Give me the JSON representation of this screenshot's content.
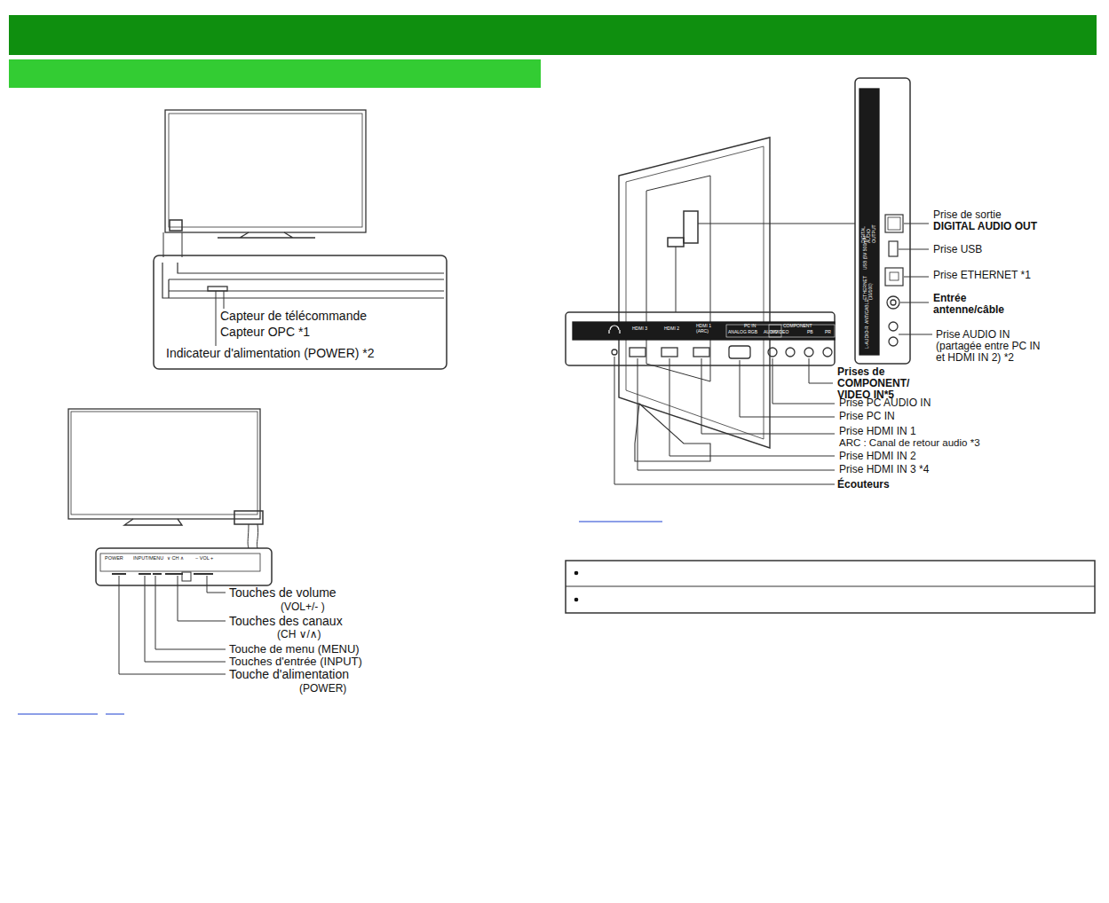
{
  "diagram": {
    "nodes": [
      {
        "text": [
          "Capteur de télécommande",
          "Capteur OPC *1",
          "Indicateur d'alimentation (POWER) *2"
        ]
      },
      {
        "text": [
          "POWER",
          "INPUT/MENU",
          "∨ CH ∧",
          "− VOL +"
        ]
      },
      {
        "text": [
          "HDMI 3",
          "HDMI 2",
          "HDMI 1 (ARC)",
          "PC IN",
          "ANALOG RGB",
          "AUDIO",
          "COMPONENT",
          "Y/VIDEO",
          "PB",
          "PR"
        ]
      },
      {
        "text": [
          "DIGITAL AUDIO OUTPUT",
          "USB (5V 500mA)",
          "ETHERNET (10/100)",
          "ANT/CABLE",
          "L-AUDIO-R"
        ]
      }
    ],
    "labels": [
      "Touches de volume",
      "(VOL+/- )",
      "Touches des canaux",
      "(CH ∨/∧)",
      "Touche de menu (MENU)",
      "Touches d'entrée (INPUT)",
      "Touche d'alimentation",
      "(POWER)",
      "Prise de sortie",
      "DIGITAL AUDIO OUT",
      "Prise USB",
      "Prise ETHERNET *1",
      "Entrée antenne/câble",
      "Prise AUDIO IN (partagée entre PC IN et HDMI IN 2) *2",
      "Prises de COMPONENT/ VIDEO IN*5",
      "Prise PC AUDIO IN",
      "Prise PC IN",
      "Prise HDMI IN 1",
      "ARC : Canal de retour  audio *3",
      "Prise HDMI IN 2",
      "Prise HDMI IN 3 *4",
      "Écouteurs"
    ]
  }
}
